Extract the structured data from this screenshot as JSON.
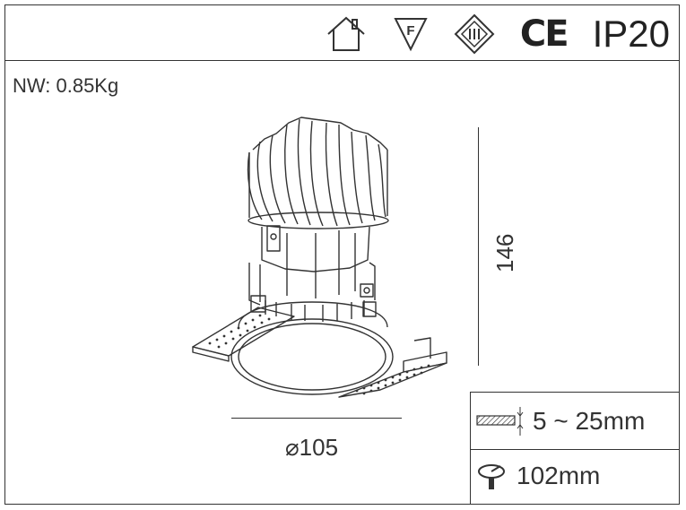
{
  "certifications": {
    "icons": [
      "house-indoor-icon",
      "f-mark-icon",
      "class-iii-icon",
      "ce-mark-icon"
    ],
    "ce_text": "CE",
    "ip_rating": "IP20"
  },
  "weight": "NW: 0.85Kg",
  "dimensions": {
    "diameter": "⌀105",
    "height": "146"
  },
  "specs": {
    "ceiling_thickness": "5 ~ 25mm",
    "cutout": "102mm"
  }
}
